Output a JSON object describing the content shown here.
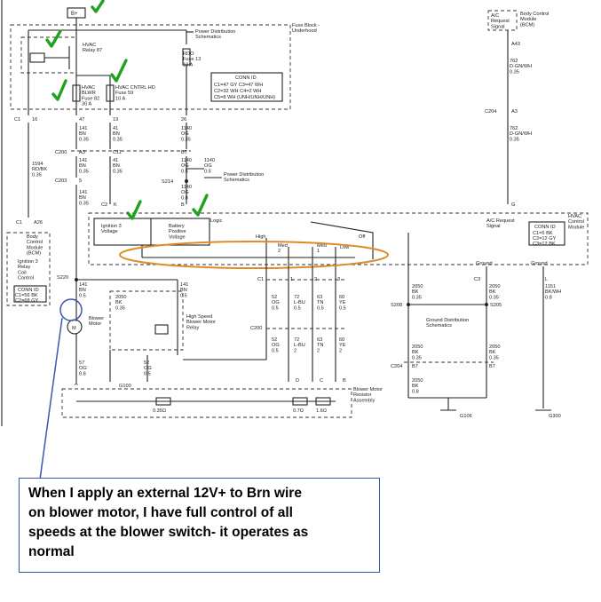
{
  "top_connector": "B+",
  "fuse_block_label": "Fuse Block -\nUnderhood",
  "power_dist_label": "Power Distribution\nSchematics",
  "relay_hvac": "HVAC\nRelay 87",
  "fuse_rdo": "RDO\nFuse 13\n10 A",
  "fuse_blwr": "HVAC\nBLWR\nFuse 82\n30 A",
  "fuse_cntrl": "HVAC CNTRL HD\nFuse 59\n10 A",
  "conn_id_fuse": {
    "title": "CONN ID",
    "lines": [
      "C1=47 GY    C3=47 WH",
      "C2=32 WH    C4=2 WH",
      "C5=8 WH (UNH/UNH/UNH)"
    ]
  },
  "c1": "C1",
  "pins_c1": [
    "16",
    "47",
    "19",
    "26"
  ],
  "wire_141bn_035": "141\nBN\n0.35",
  "wire_41bn_035": "41\nBN\n0.35",
  "wire_1140og_035": "1140\nOG\n0.35",
  "c200": "C200",
  "a3": "A3",
  "c11": "C11",
  "b7": "B7",
  "wire_1594": "1594\nRD/BK\n0.35",
  "s214": "S214",
  "wire_1140og_05": "1140\nOG\n0.5",
  "wire_1140og_08": "1140\nOG\n0.8",
  "c203": "C203",
  "pin_5": "5",
  "c2": "C2",
  "pin_k": "K",
  "pin_b": "B",
  "logic": "Logic",
  "ignition_voltage": "Ignition 3\nVoltage",
  "battery_voltage": "Battery\nPositive\nVoltage",
  "hvac_module": "HVAC\nControl\nModule",
  "ac_request": "A/C Request\nSignal",
  "conn_id_hvac": {
    "title": "CONN ID",
    "lines": [
      "C1=5 BK",
      "C2=12 GY",
      "C3=12 BK"
    ]
  },
  "bcm_top": "A/C\nRequest\nSignal",
  "bcm_top_label": "Body Control\nModule\n(BCM)",
  "a43": "A43",
  "wire_762_035": "762\nD-GN/WH\n0.35",
  "c204": "C204",
  "wire_762_035b": "762\nD-GN/WH\n0.35",
  "pin_g": "G",
  "speeds": [
    "High",
    "Med\n2",
    "Med\n1",
    "Low",
    "Off"
  ],
  "bcm_left": "Body\nControl\nModule\n(BCM)",
  "relay_left": "Ignition 3\nRelay\nCoil\nControl",
  "a26": "A26",
  "conn_id_bcm": {
    "title": "CONN ID",
    "lines": [
      "C1=56 BK",
      "C2=68 GY"
    ]
  },
  "s220": "S220",
  "wire_141bn_05": "141\nBN\n0.5",
  "wire_2050bk_035": "2050\nBK\n0.35",
  "hs_relay": "High Speed\nBlower Motor\nRelay",
  "blower_motor": "Blower\nMotor",
  "m_label": "M",
  "wire_57og": "57\nOG\n0.8",
  "wire_52og": "52\nOG\n0.5",
  "c1_lower": [
    "1",
    "2",
    "3",
    "4"
  ],
  "wires_lower": [
    "52\nOG\n0.5",
    "72\nL-BU\n0.5",
    "63\nTN\n0.5",
    "60\nYE\n0.5"
  ],
  "wires_lower2": [
    "52\nOG\n0.5",
    "72\nL-BU\n2",
    "63\nTN\n2",
    "60\nYE\n2"
  ],
  "resistor_pins": [
    "A",
    "D",
    "C",
    "B"
  ],
  "resistor_label": "Blower Motor\nResistor\nAssembly",
  "resistor_values": [
    "0.35Ω",
    "0.7Ω",
    "1.6Ω"
  ],
  "ground_label": "Ground",
  "g100": "G100",
  "g106": "G106",
  "g300": "G300",
  "s208": "S208",
  "s205": "S205",
  "gnd_dist": "Ground Distribution\nSchematics",
  "wire_2050_08": "2050\nBK\n0.8",
  "wire_1151": "1151\nBK/WH\n0.8",
  "pin_l": "L",
  "pin_c3": "C3",
  "note_text": "When  I apply an external 12V+ to Brn wire\non blower motor, I have full control of all\nspeeds at the blower switch- it operates as\nnormal",
  "colors": {
    "check": "#1fa31f",
    "ellipse": "#e08a2a",
    "note_border": "#3a57b0",
    "pointer": "#3a57b0"
  }
}
